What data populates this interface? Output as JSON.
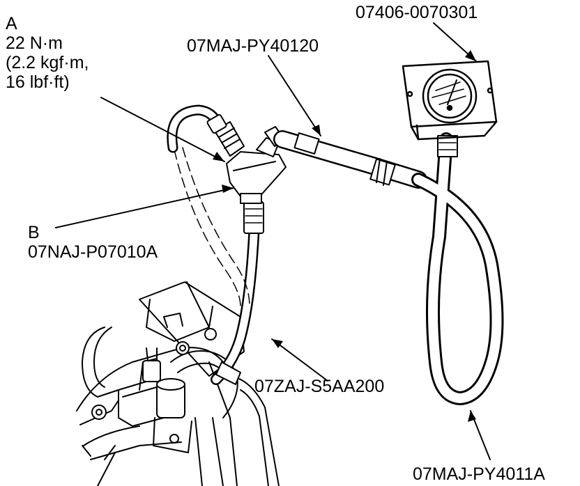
{
  "labels": {
    "callout_a": {
      "letter": "A",
      "torque_nm": "22 N·m",
      "torque_kgfm": "(2.2 kgf·m,",
      "torque_lbfft": "16 lbf·ft)"
    },
    "callout_b": {
      "letter": "B",
      "part": "07NAJ-P07010A"
    },
    "gauge_part": "07406-0070301",
    "adapter_hose_part": "07MAJ-PY40120",
    "gauge_hose_part": "07MAJ-PY4011A",
    "fuel_hose_part": "07ZAJ-S5AA200"
  },
  "colors": {
    "ink": "#000000",
    "paper": "#ffffff"
  }
}
